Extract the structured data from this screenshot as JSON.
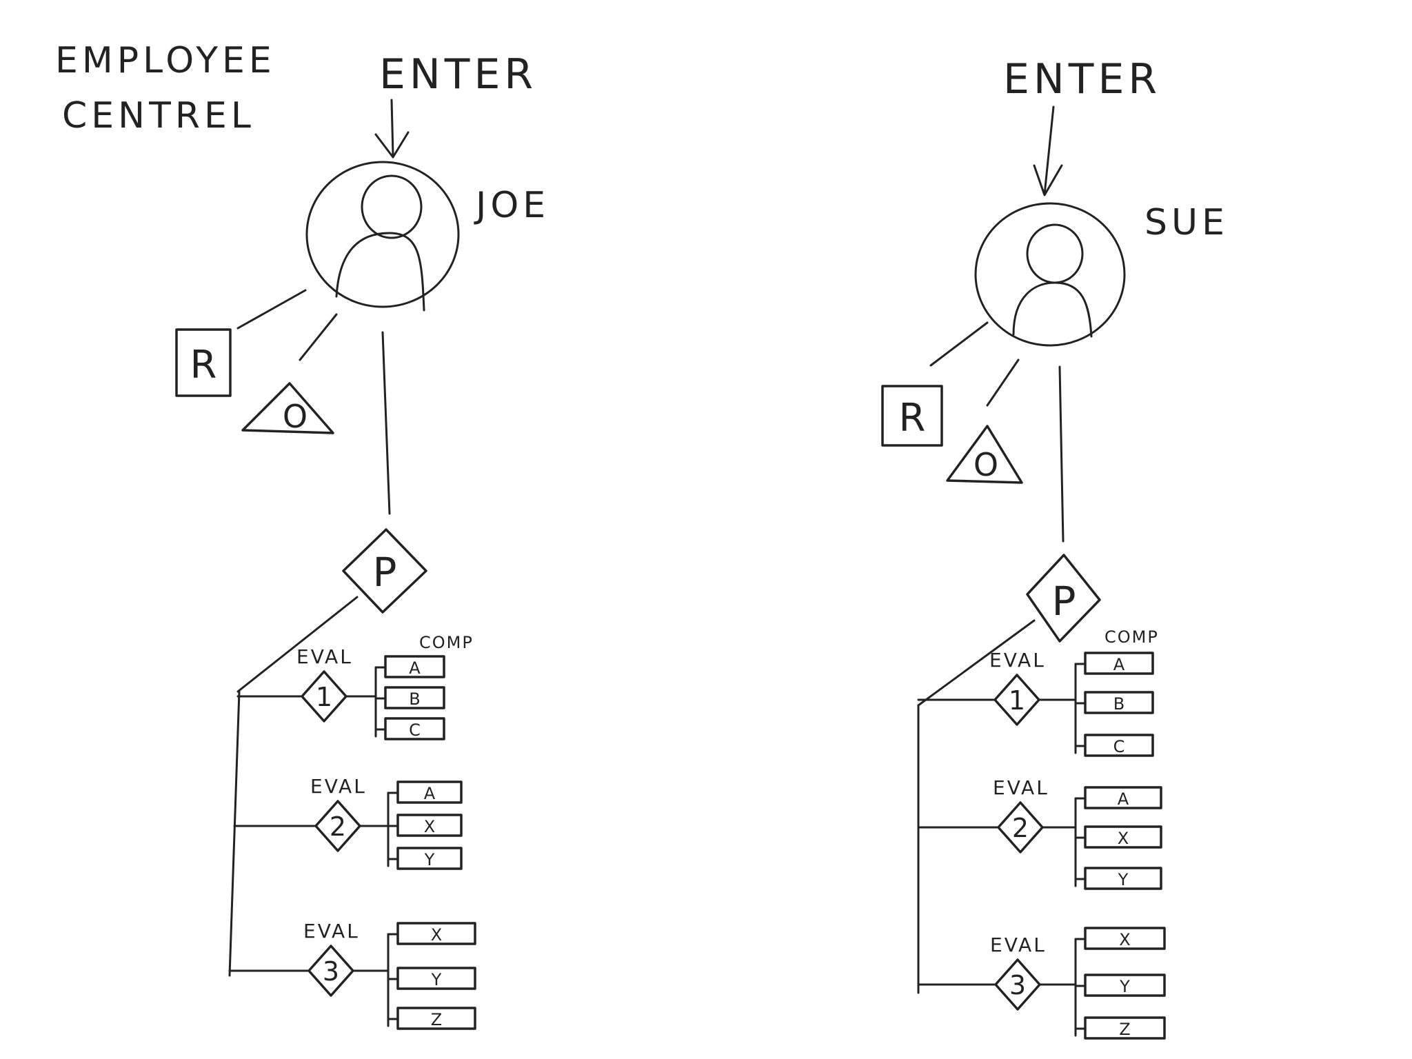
{
  "title": {
    "line1": "EMPLOYEE",
    "line2": "CENTREL"
  },
  "colors": {
    "ink": "#222222",
    "paper": "#ffffff"
  },
  "left": {
    "enter_label": "ENTER",
    "employee_name": "JOE",
    "r_label": "R",
    "o_label": "O",
    "p_label": "P",
    "comp_label": "COMP",
    "evals": [
      {
        "label": "EVAL",
        "number": "1",
        "comps": [
          "A",
          "B",
          "C"
        ]
      },
      {
        "label": "EVAL",
        "number": "2",
        "comps": [
          "A",
          "X",
          "Y"
        ]
      },
      {
        "label": "EVAL",
        "number": "3",
        "comps": [
          "X",
          "Y",
          "Z"
        ]
      }
    ]
  },
  "right": {
    "enter_label": "ENTER",
    "employee_name": "SUE",
    "r_label": "R",
    "o_label": "O",
    "p_label": "P",
    "comp_label": "COMP",
    "evals": [
      {
        "label": "EVAL",
        "number": "1",
        "comps": [
          "A",
          "B",
          "C"
        ]
      },
      {
        "label": "EVAL",
        "number": "2",
        "comps": [
          "A",
          "X",
          "Y"
        ]
      },
      {
        "label": "EVAL",
        "number": "3",
        "comps": [
          "X",
          "Y",
          "Z"
        ]
      }
    ]
  }
}
